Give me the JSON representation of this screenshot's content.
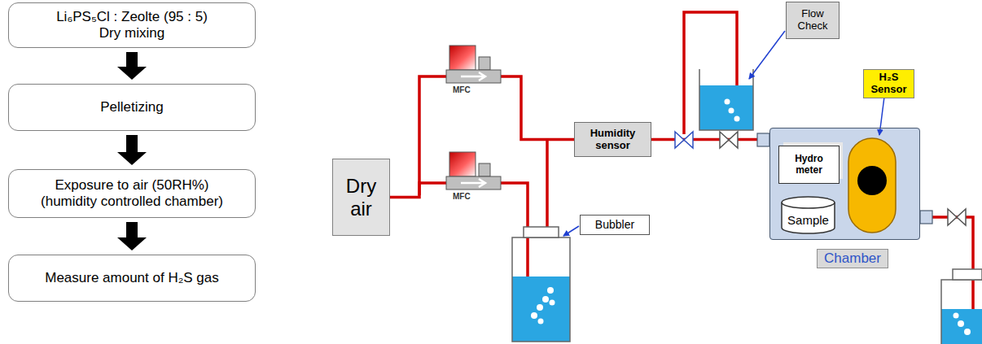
{
  "diagram": {
    "nodes": [
      {
        "text": [
          "Li₆PS₅Cl : Zeolte (95 : 5)",
          "Dry mixing"
        ]
      },
      {
        "text": [
          "Pelletizing"
        ]
      },
      {
        "text": [
          "Exposure to air (50RH%)",
          "(humidity controlled chamber)"
        ]
      },
      {
        "text": [
          "Measure amount of H₂S gas"
        ]
      },
      {
        "text": [
          "Dry air"
        ]
      },
      {
        "text": [
          "Humidity sensor"
        ]
      },
      {
        "text": [
          "Flow Check"
        ]
      },
      {
        "text": [
          "Chamber"
        ]
      },
      {
        "text": [
          "Hydro meter"
        ],
        "in": 7
      },
      {
        "text": [
          "Sample"
        ],
        "in": 7
      },
      {
        "text": [
          "H₂S Sensor"
        ]
      },
      {
        "text": [
          "Bubbler"
        ]
      }
    ],
    "edges": [
      {
        "from": 0,
        "to": 1,
        "arrow": "to"
      },
      {
        "from": 1,
        "to": 2,
        "arrow": "to"
      },
      {
        "from": 2,
        "to": 3,
        "arrow": "to"
      },
      {
        "from": 4,
        "to": 5,
        "arrow": "none"
      },
      {
        "from": 5,
        "to": 7,
        "arrow": "none"
      }
    ],
    "labels": [
      "MFC",
      "MFC"
    ]
  }
}
